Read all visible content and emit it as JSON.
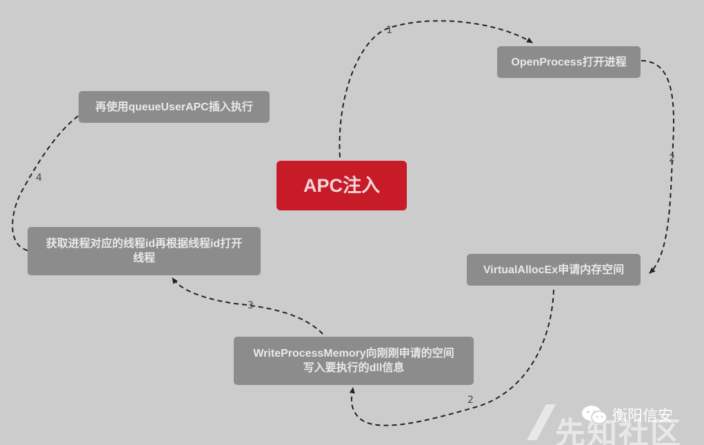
{
  "diagram": {
    "center": "APC注入",
    "steps": {
      "open_process": "OpenProcess打开进程",
      "virtual_alloc": "VirtualAllocEx申请内存空间",
      "write_memory": [
        "WriteProcessMemory向刚刚申请的空间",
        "写入要执行的dll信息"
      ],
      "get_thread": [
        "获取进程对应的线程id再根据线程id打开",
        "线程"
      ],
      "queue_apc": "再使用queueUserAPC插入执行"
    },
    "edge_labels": [
      "1",
      "2",
      "2",
      "3",
      "4"
    ]
  },
  "watermark": {
    "text": "先知社区",
    "brand": "衡阳信安"
  },
  "colors": {
    "background": "#cccccc",
    "center_node": "#c81b28",
    "step_node": "#8c8c8c",
    "edge": "#222222"
  }
}
